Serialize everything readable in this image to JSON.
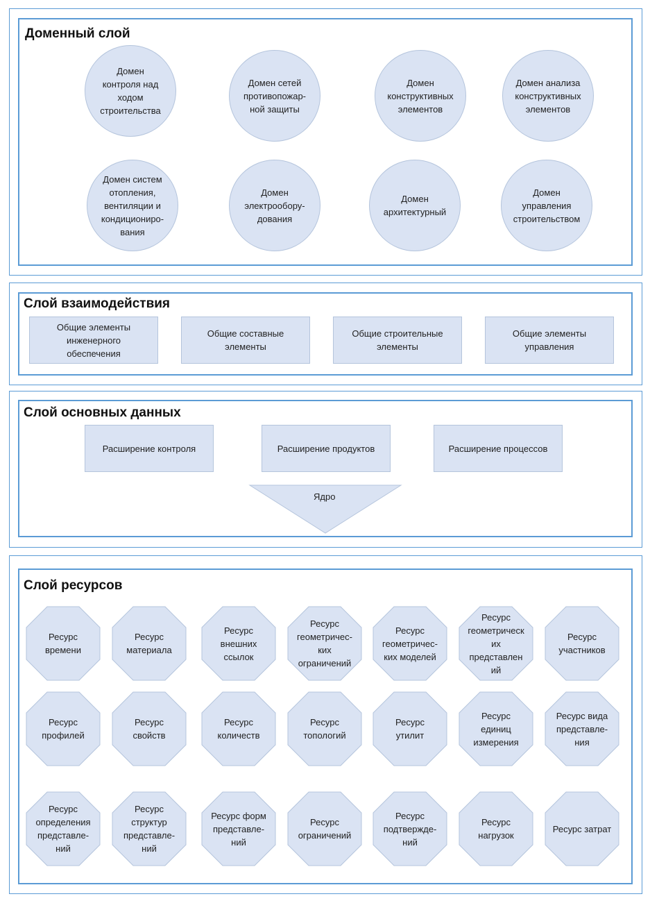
{
  "colors": {
    "border": "#5b9bd5",
    "shape_fill": "#dae3f3",
    "shape_stroke": "#b4c4dc"
  },
  "domain_layer": {
    "title": "Доменный слой",
    "domains": [
      "Домен\nконтроля над\nходом\nстроительства",
      "Домен сетей\nпротивопожар-\nной защиты",
      "Домен\nконструктивных\nэлементов",
      "Домен анализа\nконструктивных\nэлементов",
      "Домен систем\nотопления,\nвентиляции и\nкондициониро-\nвания",
      "Домен\nэлектрообору-\nдования",
      "Домен\nархитектурный",
      "Домен\nуправления\nстроительством"
    ]
  },
  "interop_layer": {
    "title": "Слой взаимодействия",
    "elements": [
      "Общие элементы\nинженерного\nобеспечения",
      "Общие составные\nэлементы",
      "Общие строительные\nэлементы",
      "Общие элементы\nуправления"
    ]
  },
  "core_layer": {
    "title": "Слой основных данных",
    "extensions": [
      "Расширение контроля",
      "Расширение продуктов",
      "Расширение процессов"
    ],
    "core": "Ядро"
  },
  "resource_layer": {
    "title": "Слой ресурсов",
    "resources": [
      "Ресурс\nвремени",
      "Ресурс\nматериала",
      "Ресурс\nвнешних\nссылок",
      "Ресурс\nгеометричес-\nких\nограничений",
      "Ресурс\nгеометричес-\nких моделей",
      "Ресурс\nгеометрическ\nих\nпредставлен\nий",
      "Ресурс\nучастников",
      "Ресурс\nпрофилей",
      "Ресурс\nсвойств",
      "Ресурс\nколичеств",
      "Ресурс\nтопологий",
      "Ресурс\nутилит",
      "Ресурс\nединиц\nизмерения",
      "Ресурс вида\nпредставле-\nния",
      "Ресурс\nопределения\nпредставле-\nний",
      "Ресурс\nструктур\nпредставле-\nний",
      "Ресурс форм\nпредставле-\nний",
      "Ресурс\nограничений",
      "Ресурс\nподтвержде-\nний",
      "Ресурс\nнагрузок",
      "Ресурс затрат"
    ]
  }
}
